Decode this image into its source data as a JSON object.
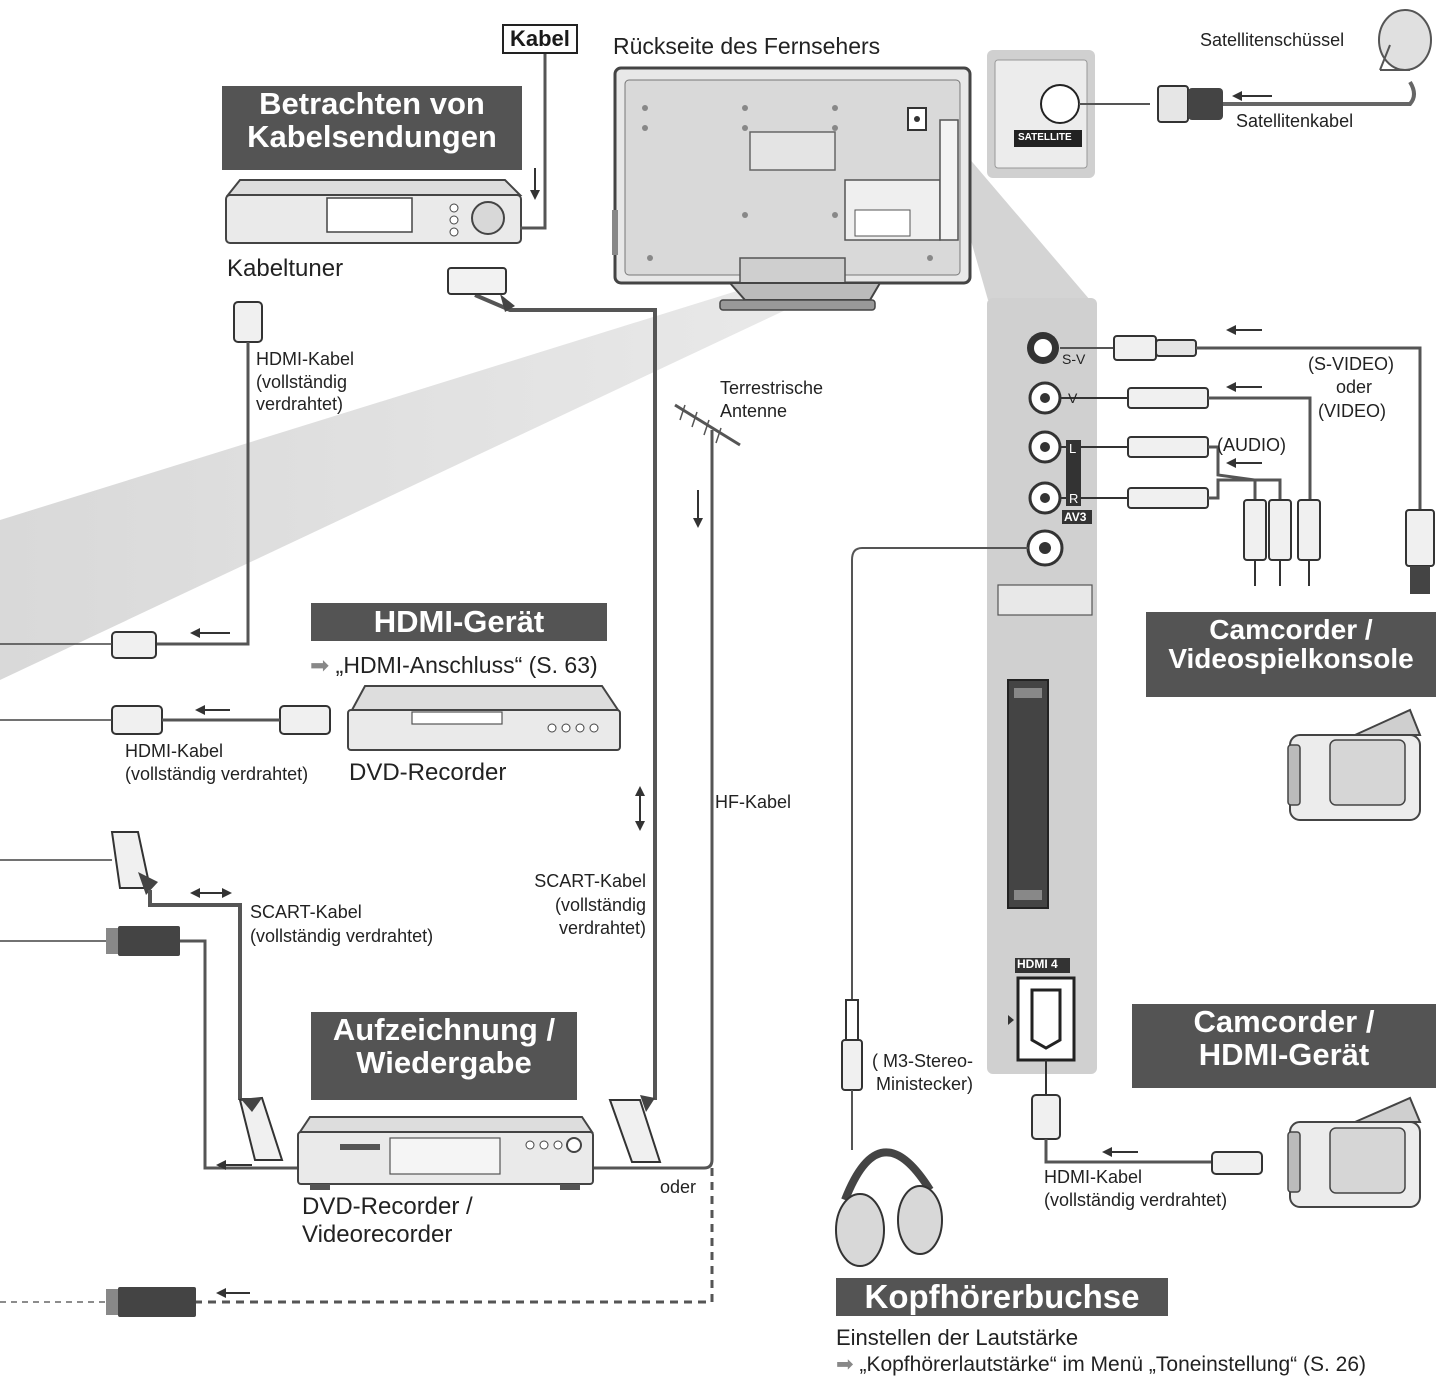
{
  "cable_box_label": "Kabel",
  "tv_back_title": "Rückseite des Fernsehers",
  "satellite_dish": "Satellitenschüssel",
  "satellite_cable": "Satellitenkabel",
  "satellite_port": "SATELLITE",
  "cable_section": {
    "banner": [
      "Betrachten von",
      "Kabelsendungen"
    ],
    "device": "Kabeltuner",
    "hdmi_cable": [
      "HDMI-Kabel",
      "(vollständig",
      "verdrahtet)"
    ]
  },
  "antenna": [
    "Terrestrische",
    "Antenne"
  ],
  "hdmi_device": {
    "banner": "HDMI-Gerät",
    "reference": "„HDMI-Anschluss“ (S. 63)",
    "cable": [
      "HDMI-Kabel",
      "(vollständig verdrahtet)"
    ],
    "device": "DVD-Recorder"
  },
  "rf_cable": "HF-Kabel",
  "scart_cable_right": [
    "SCART-Kabel",
    "(vollständig",
    "verdrahtet)"
  ],
  "scart_cable_left": [
    "SCART-Kabel",
    "(vollständig verdrahtet)"
  ],
  "recording": {
    "banner": [
      "Aufzeichnung /",
      "Wiedergabe"
    ],
    "device": [
      "DVD-Recorder /",
      "Videorecorder"
    ]
  },
  "oder": "oder",
  "av_panel": {
    "sv": "S-V",
    "v": "V",
    "l": "L",
    "r": "R",
    "av3": "AV3",
    "s_video": "(S-VIDEO)",
    "oder": "oder",
    "video": "(VIDEO)",
    "audio": "(AUDIO)",
    "hdmi4": "HDMI 4"
  },
  "camcorder_console": {
    "banner": [
      "Camcorder /",
      "Videospielkonsole"
    ]
  },
  "camcorder_hdmi": {
    "banner": [
      "Camcorder /",
      "HDMI-Gerät"
    ],
    "cable": [
      "HDMI-Kabel",
      "(vollständig verdrahtet)"
    ]
  },
  "headphone_plug": [
    "( M3-Stereo-",
    "Ministecker)"
  ],
  "headphones": {
    "banner": "Kopfhörerbuchse",
    "volume_title": "Einstellen der Lautstärke",
    "volume_reference": "„Kopfhörerlautstärke“ im Menü „Toneinstellung“ (S. 26)"
  }
}
